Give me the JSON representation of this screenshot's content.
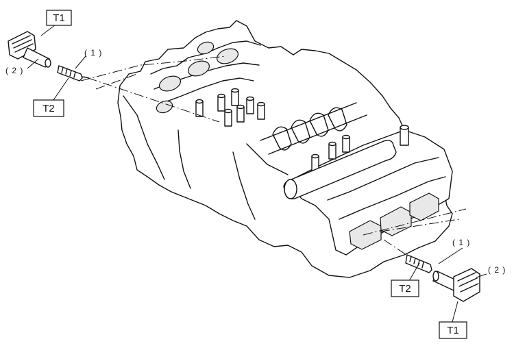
{
  "labels": {
    "tool_1": "T1",
    "tool_2": "T2",
    "callout_1": "( 1 )",
    "callout_2": "( 2 )"
  },
  "colors": {
    "line": "#111111",
    "background": "#ffffff",
    "shade": "#e8e8e8"
  }
}
